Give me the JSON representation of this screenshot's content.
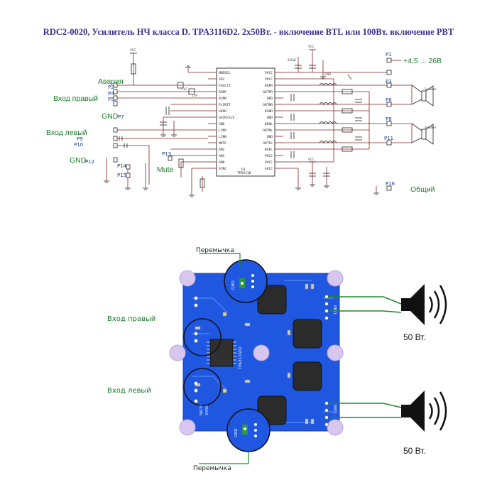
{
  "title": "RDC2-0020, Усилитель НЧ класса D. TPA3116D2. 2x50Вт. - включение BTL или 100Вт. включение PBT",
  "schematic": {
    "labels": {
      "alarm": "Авария",
      "input_right": "Вход правый",
      "gnd_right": "GND",
      "input_left": "Вход левый",
      "gnd_left": "GND",
      "mute": "Mute",
      "supply": "+4,5 ... 26В",
      "common": "Общий"
    },
    "connectors": {
      "p1": "P1",
      "p2": "P2",
      "p3": "P3",
      "p4": "P4",
      "p5": "P5",
      "p6": "P6",
      "p7": "P7",
      "p8": "P8",
      "p9": "P9",
      "p10": "P10",
      "p11": "P11",
      "p12": "P12",
      "p13": "P13",
      "p14": "P14",
      "p15": "P15",
      "p16": "P16"
    },
    "chip": {
      "ref": "D1",
      "part": "TPA3116",
      "left_pins": [
        "MODSEL",
        "SD2",
        "FAULTZ",
        "RINP",
        "RINN",
        "PLIMIT",
        "GVDD",
        "GAIN/SLV",
        "GND",
        "LINP",
        "LINN",
        "MUTE",
        "AM2",
        "AM1",
        "AM0",
        "SYNC"
      ],
      "right_pins": [
        "PVCC",
        "PVCC",
        "BSPR",
        "OUTPR",
        "GND",
        "OUTNR",
        "BSNR",
        "GND",
        "BSNL",
        "OUTNL",
        "GND",
        "OUTPL",
        "BSPL",
        "PVCC",
        "PVCC",
        "AVCC"
      ]
    },
    "misc": {
      "vcc": "VCC",
      "gnd": "GND",
      "speaker": "Speaker",
      "cap_1nf": "1 nF",
      "cap_220uf": "220uF"
    }
  },
  "pcb": {
    "jumper_top": "Перемычка",
    "jumper_bottom": "Перемычка",
    "input_right": "Вход правый",
    "input_left": "Вход левый",
    "speaker_top_power": "50 Вт.",
    "speaker_bottom_power": "50 Вт.",
    "silk": {
      "top_pbtl": "PBTL",
      "bottom_pbtl": "PBTL",
      "chip_mark": "TPA3116D2",
      "gnd": "GND",
      "mute": "MUTE",
      "sync": "SYNC"
    }
  },
  "colors": {
    "title": "#3a2f8c",
    "wire": "#8a1f1f",
    "label_green": "#1b7a2b",
    "pin_blue": "#1a3a8a",
    "board_blue": "#1f57e0",
    "mount_pad": "#d7c7ef",
    "speaker_wire": "#1f8a2a"
  }
}
